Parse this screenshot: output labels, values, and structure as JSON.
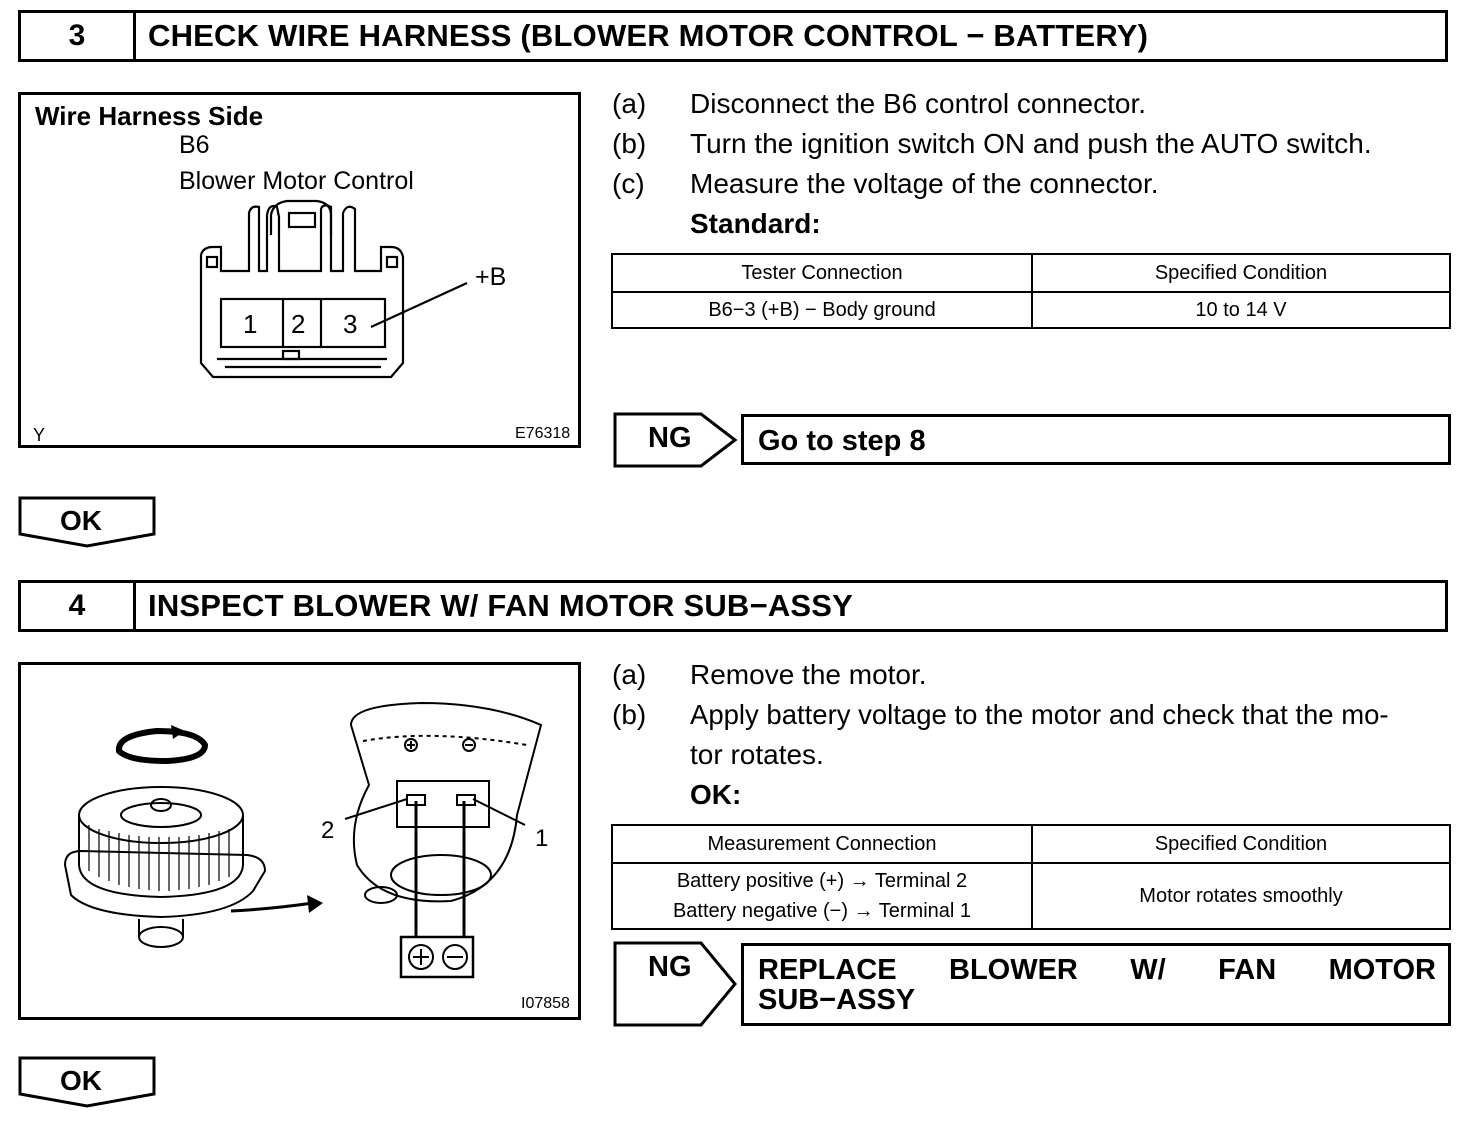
{
  "step3": {
    "number": "3",
    "title": "CHECK WIRE HARNESS (BLOWER MOTOR CONTROL − BATTERY)",
    "figure": {
      "heading": "Wire Harness Side",
      "connector_id": "B6",
      "connector_name": "Blower Motor Control",
      "pins": [
        "1",
        "2",
        "3"
      ],
      "callout": "+B",
      "corner_left": "Y",
      "figure_code": "E76318"
    },
    "steps": [
      {
        "label": "(a)",
        "text": "Disconnect the B6 control connector."
      },
      {
        "label": "(b)",
        "text": "Turn the ignition switch ON and push the AUTO switch."
      },
      {
        "label": "(c)",
        "text": "Measure the voltage of the connector."
      }
    ],
    "standard_label": "Standard:",
    "table": {
      "headers": [
        "Tester Connection",
        "Specified Condition"
      ],
      "rows": [
        [
          "B6−3 (+B) − Body ground",
          "10 to 14 V"
        ]
      ]
    },
    "ng_label": "NG",
    "ng_action": "Go to step 8",
    "ok_label": "OK"
  },
  "step4": {
    "number": "4",
    "title": "INSPECT BLOWER W/ FAN MOTOR SUB−ASSY",
    "figure": {
      "terminal_left": "2",
      "terminal_right": "1",
      "figure_code": "I07858"
    },
    "steps": [
      {
        "label": "(a)",
        "text": "Remove the motor."
      },
      {
        "label": "(b)",
        "text": "Apply battery voltage to the motor and check that the mo-",
        "text2": "tor rotates."
      }
    ],
    "ok_heading": "OK:",
    "table": {
      "headers": [
        "Measurement Connection",
        "Specified Condition"
      ],
      "rows": [
        [
          "Battery positive (+) → Terminal 2",
          "Battery negative (−) → Terminal 1",
          "Motor rotates smoothly"
        ]
      ]
    },
    "ng_label": "NG",
    "ng_action_words": [
      "REPLACE",
      "BLOWER",
      "W/",
      "FAN",
      "MOTOR"
    ],
    "ng_action_line2": "SUB−ASSY",
    "ok_label": "OK"
  }
}
